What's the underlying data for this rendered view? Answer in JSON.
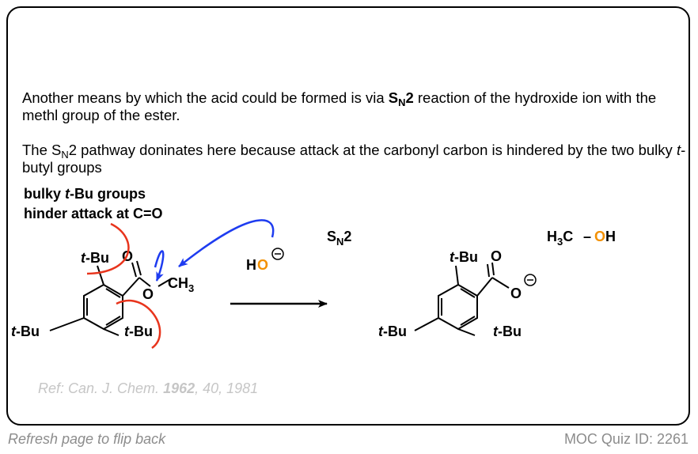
{
  "text": {
    "p1_a": "Another means by which the acid could be formed is via ",
    "p1_sn": "S",
    "p1_n": "N",
    "p1_2": "2",
    "p1_b": " reaction of the hydroxide ion with the methl group of the ester.",
    "p2_a": "The S",
    "p2_n": "N",
    "p2_b": "2 pathway doninates here because attack at the carbonyl carbon is hindered by the two bulky ",
    "p2_t": "t",
    "p2_c": "-butyl groups"
  },
  "diagram": {
    "note_line1_a": "bulky ",
    "note_line1_t": "t",
    "note_line1_b": "-Bu groups",
    "note_line2": "hinder attack at C=O",
    "tbu_t": "t",
    "tbu_bu": "-Bu",
    "o_label": "O",
    "ch3_c": "CH",
    "ch3_3": "3",
    "ho_h": "H",
    "ho_o": "O",
    "minus": "−",
    "sn2_s": "S",
    "sn2_n": "N",
    "sn2_2": "2",
    "meoh_h": "H",
    "meoh_3": "3",
    "meoh_c": "C",
    "meoh_dash": "–",
    "meoh_o": "O",
    "meoh_oh_h": "H"
  },
  "ref": {
    "prefix": "Ref:  ",
    "journal": "Can. J. Chem.",
    "year": "1962",
    "rest": ", 40, 1981"
  },
  "footer": {
    "left": "Refresh page to flip back",
    "right": "MOC Quiz ID: 2261"
  },
  "colors": {
    "arrow_blue": "#1e3cf0",
    "bulky_red": "#e8341c",
    "oxygen_orange": "#f39000",
    "ref_gray": "#c6c6c6",
    "footer_gray": "#8c8c8c"
  }
}
